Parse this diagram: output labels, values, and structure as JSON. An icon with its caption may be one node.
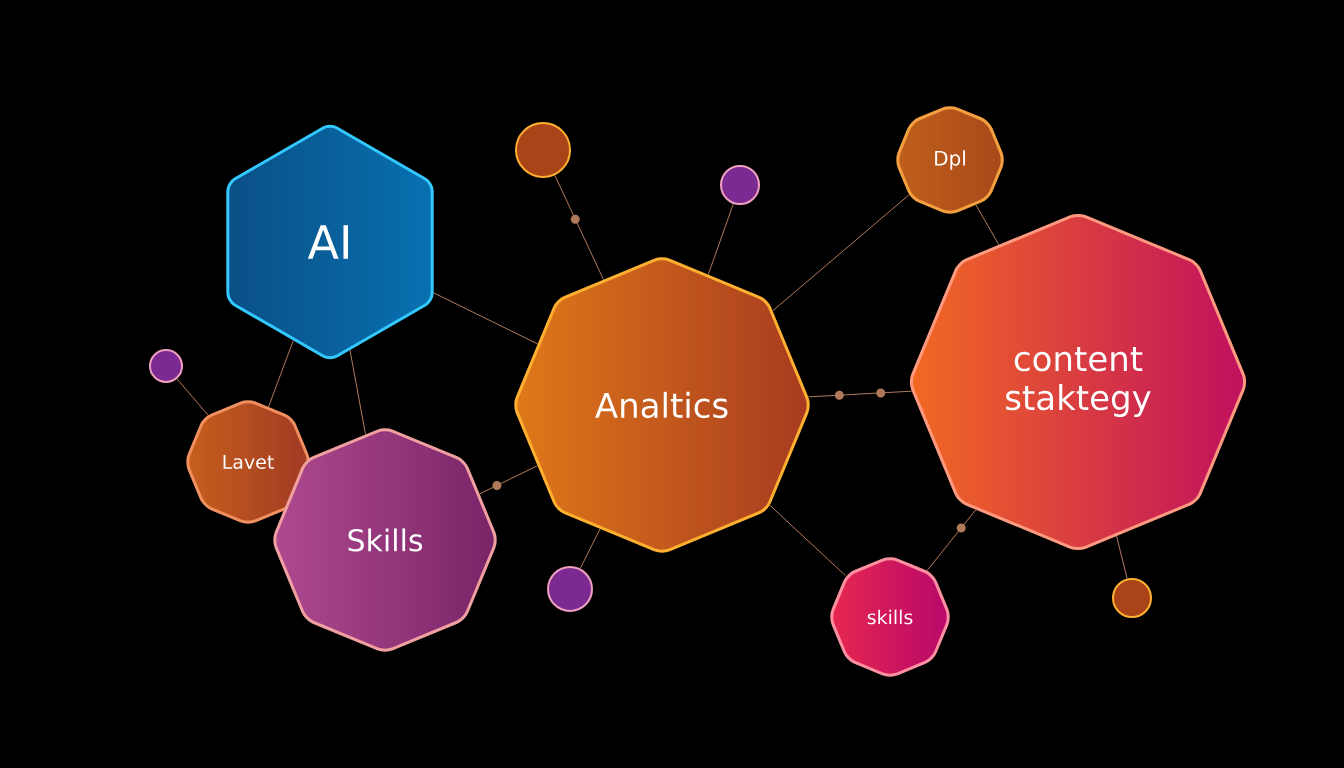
{
  "diagram": {
    "nodes": [
      {
        "text": [
          "AI"
        ]
      },
      {
        "text": [
          "Dpl"
        ]
      },
      {
        "text": [
          "Analtics"
        ]
      },
      {
        "text": [
          "content staktegy"
        ]
      },
      {
        "text": [
          "Lavet"
        ]
      },
      {
        "text": [
          "Skills"
        ]
      },
      {
        "text": [
          "skills"
        ]
      },
      {
        "text": [],
        "shape": "circle"
      },
      {
        "text": [],
        "shape": "circle"
      },
      {
        "text": [],
        "shape": "circle"
      },
      {
        "text": [],
        "shape": "circle"
      },
      {
        "text": [],
        "shape": "circle"
      }
    ],
    "edges": [
      {
        "from": 0,
        "to": 2,
        "arrow": "none"
      },
      {
        "from": 0,
        "to": 4,
        "arrow": "none"
      },
      {
        "from": 0,
        "to": 5,
        "arrow": "none"
      },
      {
        "from": 9,
        "to": 4,
        "arrow": "none"
      },
      {
        "from": 7,
        "to": 2,
        "arrow": "none"
      },
      {
        "from": 8,
        "to": 2,
        "arrow": "none"
      },
      {
        "from": 1,
        "to": 2,
        "arrow": "none"
      },
      {
        "from": 1,
        "to": 3,
        "arrow": "none"
      },
      {
        "from": 2,
        "to": 3,
        "arrow": "none"
      },
      {
        "from": 5,
        "to": 2,
        "arrow": "none"
      },
      {
        "from": 2,
        "to": 10,
        "arrow": "none"
      },
      {
        "from": 2,
        "to": 6,
        "arrow": "none"
      },
      {
        "from": 6,
        "to": 3,
        "arrow": "none"
      },
      {
        "from": 3,
        "to": 11,
        "arrow": "none"
      }
    ]
  }
}
